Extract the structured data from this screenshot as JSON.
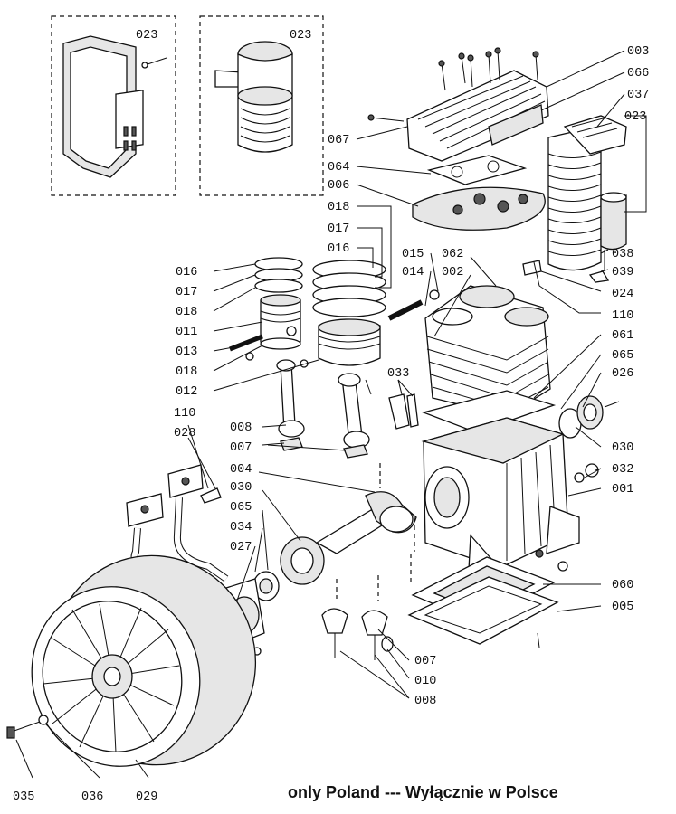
{
  "diagram": {
    "footer": "only Poland --- Wyłącznie w Polsce",
    "labels": {
      "inset_left": "023",
      "inset_right": "023",
      "r003": "003",
      "r066": "066",
      "r037": "037",
      "r023": "023",
      "r067": "067",
      "r064": "064",
      "r006": "006",
      "r018a": "018",
      "r017a": "017",
      "r016a": "016",
      "r015": "015",
      "r014": "014",
      "r062": "062",
      "r002": "002",
      "r038": "038",
      "r039": "039",
      "r024": "024",
      "r110a": "110",
      "r016b": "016",
      "r017b": "017",
      "r018b": "018",
      "r011": "011",
      "r013": "013",
      "r018c": "018",
      "r012": "012",
      "r061": "061",
      "r065a": "065",
      "r026": "026",
      "r033": "033",
      "r110b": "110",
      "r028": "028",
      "r008a": "008",
      "r007a": "007",
      "r030a": "030",
      "r032": "032",
      "r001": "001",
      "r004": "004",
      "r030b": "030",
      "r065b": "065",
      "r034": "034",
      "r027": "027",
      "r060": "060",
      "r005": "005",
      "r007b": "007",
      "r010": "010",
      "r008b": "008",
      "r035": "035",
      "r036": "036",
      "r029": "029"
    }
  }
}
